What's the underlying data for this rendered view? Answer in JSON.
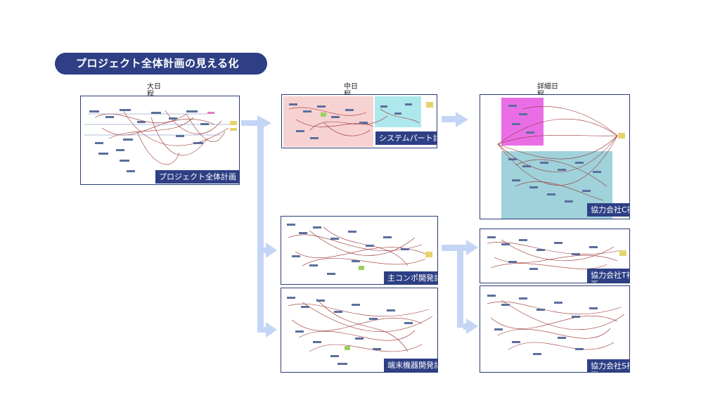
{
  "title": "プロジェクト全体計画の見える化",
  "levels": {
    "major": "大日程",
    "middle": "中日程",
    "detail": "詳細日程"
  },
  "panels": {
    "project": "プロジェクト全体計画",
    "system": "システムパート計画",
    "main_compo": "主コンポ開発計画",
    "terminal": "端末機器開発計画",
    "partner_c": "協力会社C社計画",
    "partner_t": "協力会社T社計画",
    "partner_s": "協力会社S社計画"
  },
  "colors": {
    "title_bg": "#2e3f85",
    "arrow": "#c5d5f5",
    "system_left_region": "#f7d2d2",
    "system_right_region": "#aee8ec",
    "partner_c_top_region": "#e96ee6",
    "partner_c_bottom_region": "#9fd2da"
  }
}
